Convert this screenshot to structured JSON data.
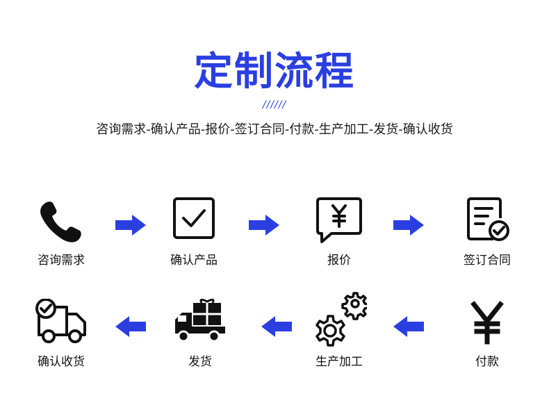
{
  "header": {
    "title": "定制流程",
    "decoration": "//////",
    "subtitle": "咨询需求-确认产品-报价-签订合同-付款-生产加工-发货-确认收货"
  },
  "colors": {
    "accent": "#2b3fe0",
    "icon": "#111111",
    "text": "#1a1a1a"
  },
  "steps": [
    {
      "label": "咨询需求",
      "icon": "phone-icon"
    },
    {
      "label": "确认产品",
      "icon": "checkbox-icon"
    },
    {
      "label": "报价",
      "icon": "price-quote-icon"
    },
    {
      "label": "签订合同",
      "icon": "contract-icon"
    },
    {
      "label": "付款",
      "icon": "yen-icon"
    },
    {
      "label": "生产加工",
      "icon": "gears-icon"
    },
    {
      "label": "发货",
      "icon": "delivery-truck-icon"
    },
    {
      "label": "确认收货",
      "icon": "truck-check-icon"
    }
  ]
}
